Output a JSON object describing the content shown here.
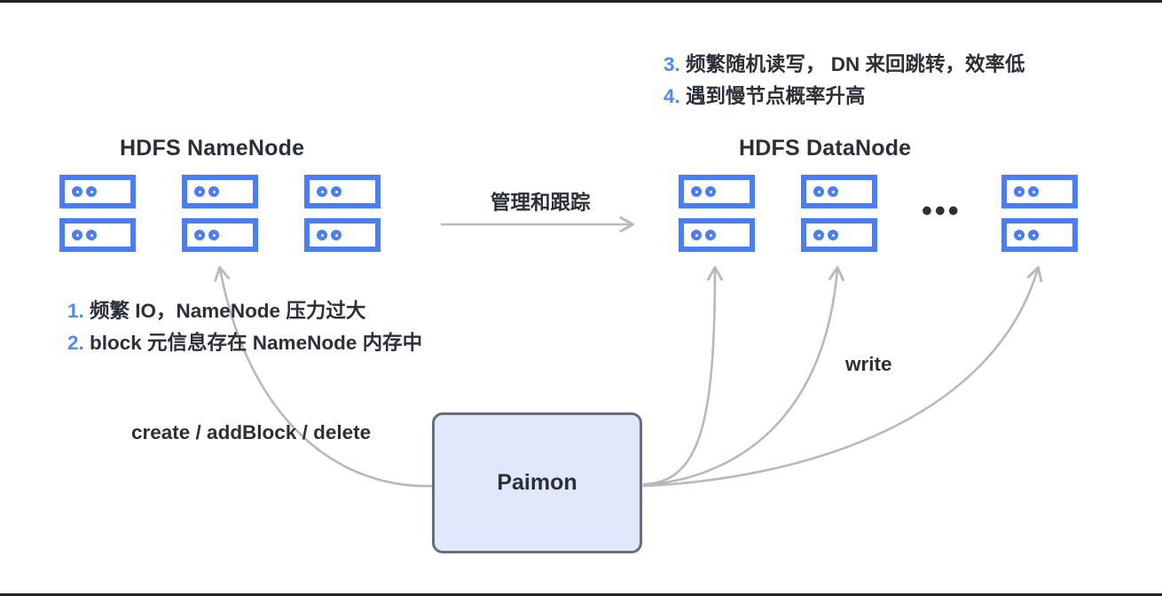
{
  "diagram": {
    "title_left": "HDFS NameNode",
    "title_right": "HDFS DataNode",
    "ellipsis": "•••",
    "accent_blue": "#4a7dfb",
    "number_blue": "#4a8cf7",
    "text_dark": "#2b2f38",
    "arrow_gray": "#b6b9be",
    "paimon_fill": "#e2e8fb",
    "paimon_border": "#676f7d"
  },
  "center_node": {
    "label": "Paimon"
  },
  "edges": {
    "manage_track": "管理和跟踪",
    "create_addblock_delete": "create / addBlock / delete",
    "write": "write"
  },
  "notes": {
    "left": [
      {
        "num": "1.",
        "text": "频繁 IO，NameNode 压力过大"
      },
      {
        "num": "2.",
        "text": "block 元信息存在 NameNode 内存中"
      }
    ],
    "right": [
      {
        "num": "3.",
        "text": "频繁随机读写， DN 来回跳转，效率低"
      },
      {
        "num": "4.",
        "text": "遇到慢节点概率升高"
      }
    ]
  },
  "namenode_stacks": [
    {
      "id": "nn-1",
      "servers": 2
    },
    {
      "id": "nn-2",
      "servers": 2
    },
    {
      "id": "nn-3",
      "servers": 2
    }
  ],
  "datanode_stacks": [
    {
      "id": "dn-1",
      "servers": 2
    },
    {
      "id": "dn-2",
      "servers": 2
    },
    {
      "id": "dn-3",
      "servers": 2
    }
  ]
}
